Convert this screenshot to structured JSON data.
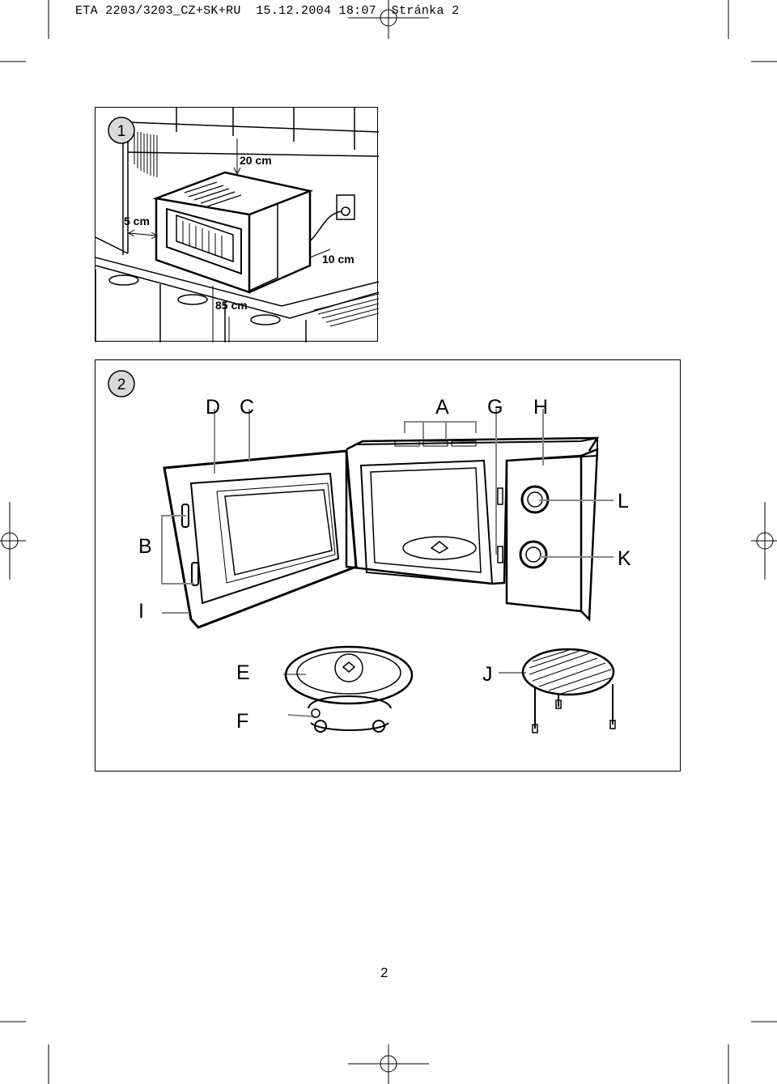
{
  "header": {
    "text": "ETA 2203/3203_CZ+SK+RU  15.12.2004 18:07  Stránka 2"
  },
  "figure1": {
    "number": "1",
    "dim_top": "20 cm",
    "dim_side": "5 cm",
    "dim_back": "10 cm",
    "dim_floor": "85 cm"
  },
  "figure2": {
    "number": "2",
    "labels": {
      "A": "A",
      "B": "B",
      "C": "C",
      "D": "D",
      "E": "E",
      "F": "F",
      "G": "G",
      "H": "H",
      "I": "I",
      "J": "J",
      "K": "K",
      "L": "L"
    }
  },
  "page_number": "2"
}
